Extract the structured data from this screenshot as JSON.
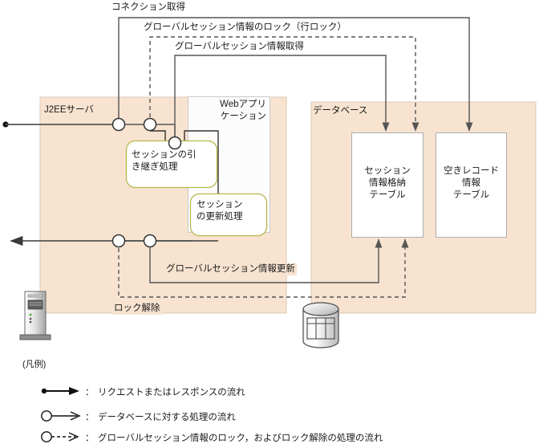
{
  "diagram": {
    "containers": {
      "j2ee_server": "J2EEサーバ",
      "database": "データベース",
      "web_application": "Webアプリ\nケーション"
    },
    "components": {
      "session_takeover": "セッションの引\nき継ぎ処理",
      "session_update": "セッション\nの更新処理",
      "session_info_table": "セッション\n情報格納\nテーブル",
      "free_record_table": "空きレコード\n情報\nテーブル"
    },
    "flow_labels": {
      "connection_acquire": "コネクション取得",
      "global_session_lock": "グローバルセッション情報のロック（行ロック）",
      "global_session_get": "グローバルセッション情報取得",
      "global_session_update": "グローバルセッション情報更新",
      "lock_release": "ロック解除"
    },
    "icons": {
      "client_pc": "pc-tower-icon",
      "database_cylinder": "database-cylinder-icon"
    }
  },
  "legend": {
    "title": "(凡例)",
    "items": [
      {
        "marker": "dot-arrow",
        "separator": "：",
        "text": "リクエストまたはレスポンスの流れ"
      },
      {
        "marker": "circle-solid-arrow",
        "separator": "：",
        "text": "データベースに対する処理の流れ"
      },
      {
        "marker": "circle-dashed-arrow",
        "separator": "：",
        "text": "グローバルセッション情報のロック，およびロック解除の処理の流れ"
      }
    ]
  },
  "colors": {
    "container_fill": "#f7e3d0",
    "container_stroke": "#d8c2ad",
    "inner_box_fill": "#ffffff",
    "inner_box_stroke": "#b0b0b0",
    "rounded_stroke": "#b5b84a",
    "line": "#555555",
    "text": "#1a1a1a"
  }
}
